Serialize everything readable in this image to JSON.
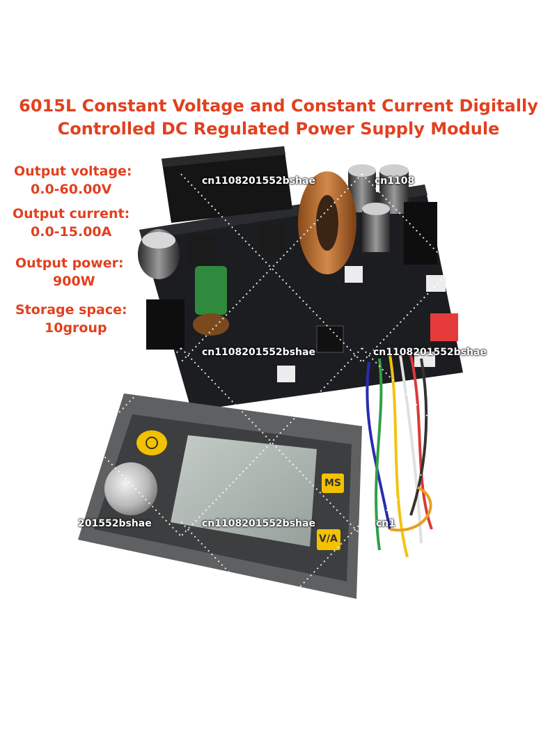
{
  "title": {
    "line1": "6015L Constant Voltage and Constant Current Digitally",
    "line2": "Controlled DC Regulated Power Supply Module"
  },
  "specs": {
    "voltage": {
      "label": "Output voltage:",
      "value": "0.0-60.00V"
    },
    "current": {
      "label": "Output current:",
      "value": "0.0-15.00A"
    },
    "power": {
      "label": "Output power:",
      "value": "900W"
    },
    "storage": {
      "label": "Storage space:",
      "value": "10group"
    }
  },
  "device": {
    "button_ms": "MS",
    "button_va": "V/A"
  },
  "watermark": {
    "full": "cn1108201552bshae",
    "partial_left": "201552bshae",
    "partial_top_right": "cn1108",
    "partial_bottom_right": "cn1"
  },
  "colors": {
    "accent": "#e2401f",
    "pcb": "#1c1d20",
    "button": "#f2c200",
    "lcd": "#a9b2ad"
  }
}
